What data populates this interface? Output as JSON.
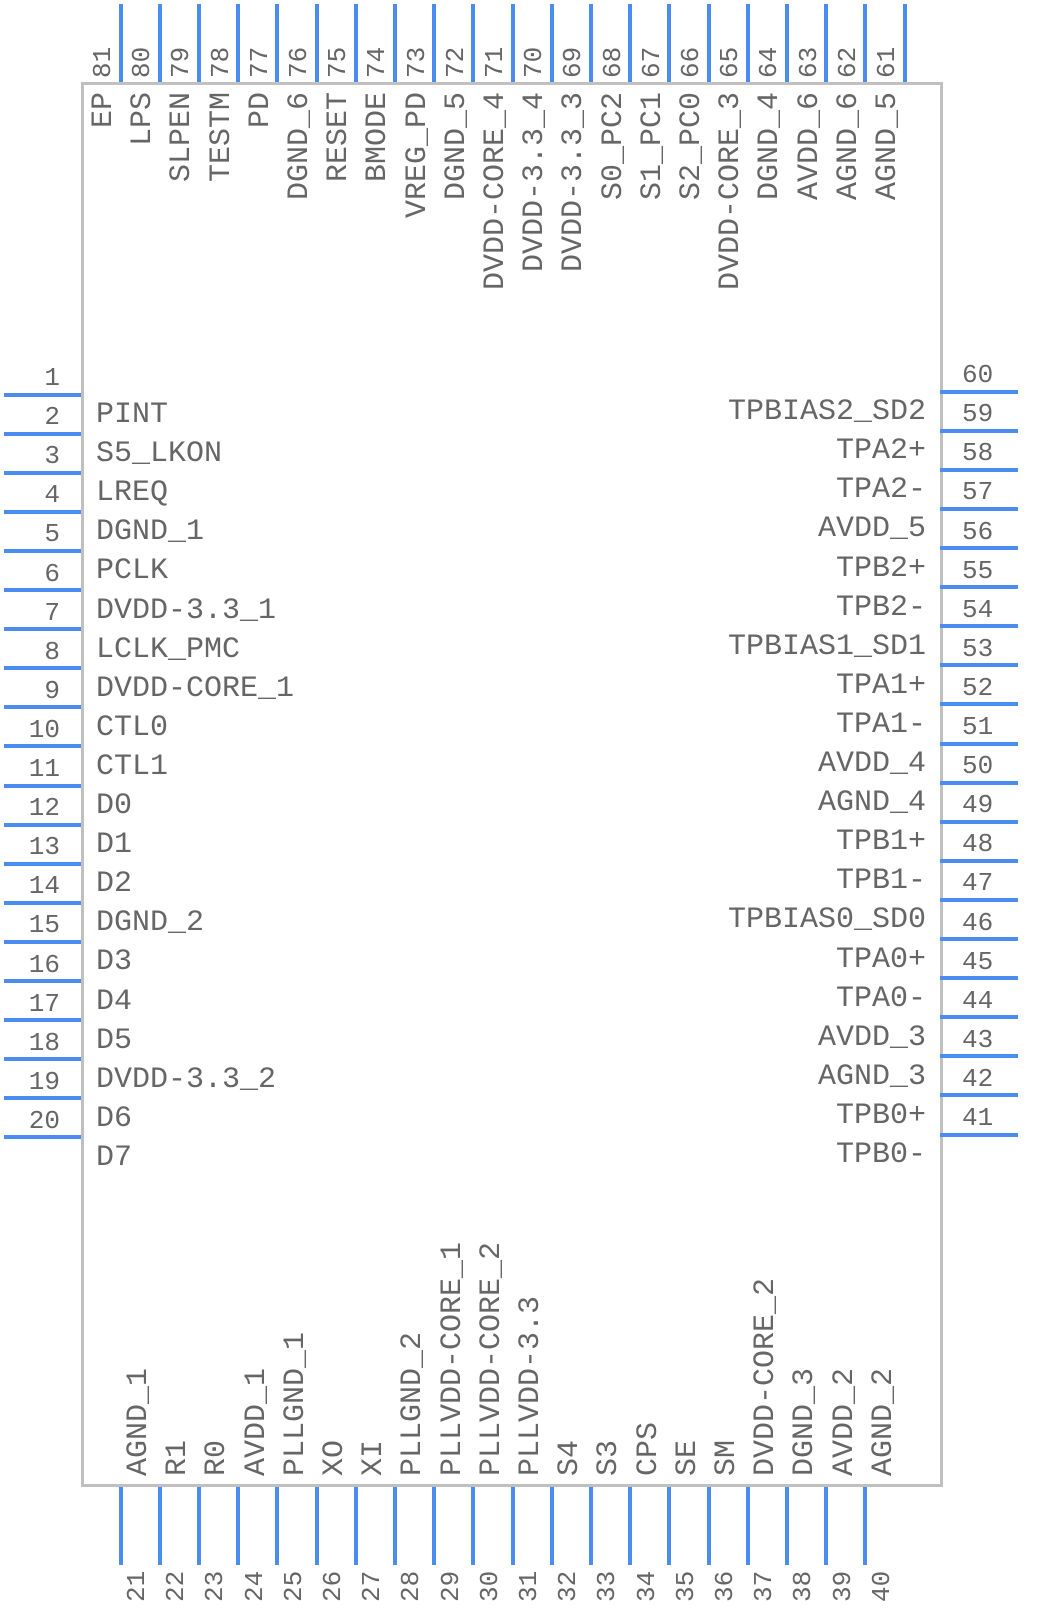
{
  "colors": {
    "pin": "#4a8cf0",
    "body": "#c0c0c0",
    "text": "#666666"
  },
  "pins": {
    "left": [
      {
        "num": "1",
        "name": "PINT"
      },
      {
        "num": "2",
        "name": "S5_LKON"
      },
      {
        "num": "3",
        "name": "LREQ"
      },
      {
        "num": "4",
        "name": "DGND_1"
      },
      {
        "num": "5",
        "name": "PCLK"
      },
      {
        "num": "6",
        "name": "DVDD-3.3_1"
      },
      {
        "num": "7",
        "name": "LCLK_PMC"
      },
      {
        "num": "8",
        "name": "DVDD-CORE_1"
      },
      {
        "num": "9",
        "name": "CTL0"
      },
      {
        "num": "10",
        "name": "CTL1"
      },
      {
        "num": "11",
        "name": "D0"
      },
      {
        "num": "12",
        "name": "D1"
      },
      {
        "num": "13",
        "name": "D2"
      },
      {
        "num": "14",
        "name": "DGND_2"
      },
      {
        "num": "15",
        "name": "D3"
      },
      {
        "num": "16",
        "name": "D4"
      },
      {
        "num": "17",
        "name": "D5"
      },
      {
        "num": "18",
        "name": "DVDD-3.3_2"
      },
      {
        "num": "19",
        "name": "D6"
      },
      {
        "num": "20",
        "name": "D7"
      }
    ],
    "bottom": [
      {
        "num": "21",
        "name": "AGND_1"
      },
      {
        "num": "22",
        "name": "R1"
      },
      {
        "num": "23",
        "name": "R0"
      },
      {
        "num": "24",
        "name": "AVDD_1"
      },
      {
        "num": "25",
        "name": "PLLGND_1"
      },
      {
        "num": "26",
        "name": "XO"
      },
      {
        "num": "27",
        "name": "XI"
      },
      {
        "num": "28",
        "name": "PLLGND_2"
      },
      {
        "num": "29",
        "name": "PLLVDD-CORE_1"
      },
      {
        "num": "30",
        "name": "PLLVDD-CORE_2"
      },
      {
        "num": "31",
        "name": "PLLVDD-3.3"
      },
      {
        "num": "32",
        "name": "S4"
      },
      {
        "num": "33",
        "name": "S3"
      },
      {
        "num": "34",
        "name": "CPS"
      },
      {
        "num": "35",
        "name": "SE"
      },
      {
        "num": "36",
        "name": "SM"
      },
      {
        "num": "37",
        "name": "DVDD-CORE_2"
      },
      {
        "num": "38",
        "name": "DGND_3"
      },
      {
        "num": "39",
        "name": "AVDD_2"
      },
      {
        "num": "40",
        "name": "AGND_2"
      }
    ],
    "right": [
      {
        "num": "41",
        "name": "TPB0-"
      },
      {
        "num": "42",
        "name": "TPB0+"
      },
      {
        "num": "43",
        "name": "AGND_3"
      },
      {
        "num": "44",
        "name": "AVDD_3"
      },
      {
        "num": "45",
        "name": "TPA0-"
      },
      {
        "num": "46",
        "name": "TPA0+"
      },
      {
        "num": "47",
        "name": "TPBIAS0_SD0"
      },
      {
        "num": "48",
        "name": "TPB1-"
      },
      {
        "num": "49",
        "name": "TPB1+"
      },
      {
        "num": "50",
        "name": "AGND_4"
      },
      {
        "num": "51",
        "name": "AVDD_4"
      },
      {
        "num": "52",
        "name": "TPA1-"
      },
      {
        "num": "53",
        "name": "TPA1+"
      },
      {
        "num": "54",
        "name": "TPBIAS1_SD1"
      },
      {
        "num": "55",
        "name": "TPB2-"
      },
      {
        "num": "56",
        "name": "TPB2+"
      },
      {
        "num": "57",
        "name": "AVDD_5"
      },
      {
        "num": "58",
        "name": "TPA2-"
      },
      {
        "num": "59",
        "name": "TPA2+"
      },
      {
        "num": "60",
        "name": "TPBIAS2_SD2"
      }
    ],
    "top": [
      {
        "num": "81",
        "name": "EP"
      },
      {
        "num": "80",
        "name": "LPS"
      },
      {
        "num": "79",
        "name": "SLPEN"
      },
      {
        "num": "78",
        "name": "TESTM"
      },
      {
        "num": "77",
        "name": "PD"
      },
      {
        "num": "76",
        "name": "DGND_6"
      },
      {
        "num": "75",
        "name": "RESET"
      },
      {
        "num": "74",
        "name": "BMODE"
      },
      {
        "num": "73",
        "name": "VREG_PD"
      },
      {
        "num": "72",
        "name": "DGND_5"
      },
      {
        "num": "71",
        "name": "DVDD-CORE_4"
      },
      {
        "num": "70",
        "name": "DVDD-3.3_4"
      },
      {
        "num": "69",
        "name": "DVDD-3.3_3"
      },
      {
        "num": "68",
        "name": "S0_PC2"
      },
      {
        "num": "67",
        "name": "S1_PC1"
      },
      {
        "num": "66",
        "name": "S2_PC0"
      },
      {
        "num": "65",
        "name": "DVDD-CORE_3"
      },
      {
        "num": "64",
        "name": "DGND_4"
      },
      {
        "num": "63",
        "name": "AVDD_6"
      },
      {
        "num": "62",
        "name": "AGND_6"
      },
      {
        "num": "61",
        "name": "AGND_5"
      }
    ]
  }
}
